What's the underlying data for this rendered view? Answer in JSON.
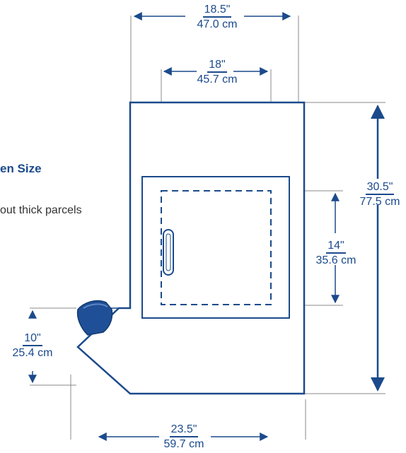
{
  "side_text": {
    "heading": "en Size",
    "note": "out thick parcels"
  },
  "dimensions": {
    "top_outer": {
      "inches": "18.5\"",
      "cm": "47.0 cm"
    },
    "top_inner": {
      "inches": "18\"",
      "cm": "45.7 cm"
    },
    "height_total": {
      "inches": "30.5\"",
      "cm": "77.5 cm"
    },
    "door_height": {
      "inches": "14\"",
      "cm": "35.6 cm"
    },
    "slot_height": {
      "inches": "10\"",
      "cm": "25.4 cm"
    },
    "base_width": {
      "inches": "23.5\"",
      "cm": "59.7 cm"
    }
  },
  "colors": {
    "outline": "#1b4a8c",
    "guide": "#8a8a8a",
    "handle": "#1b4a8c"
  }
}
